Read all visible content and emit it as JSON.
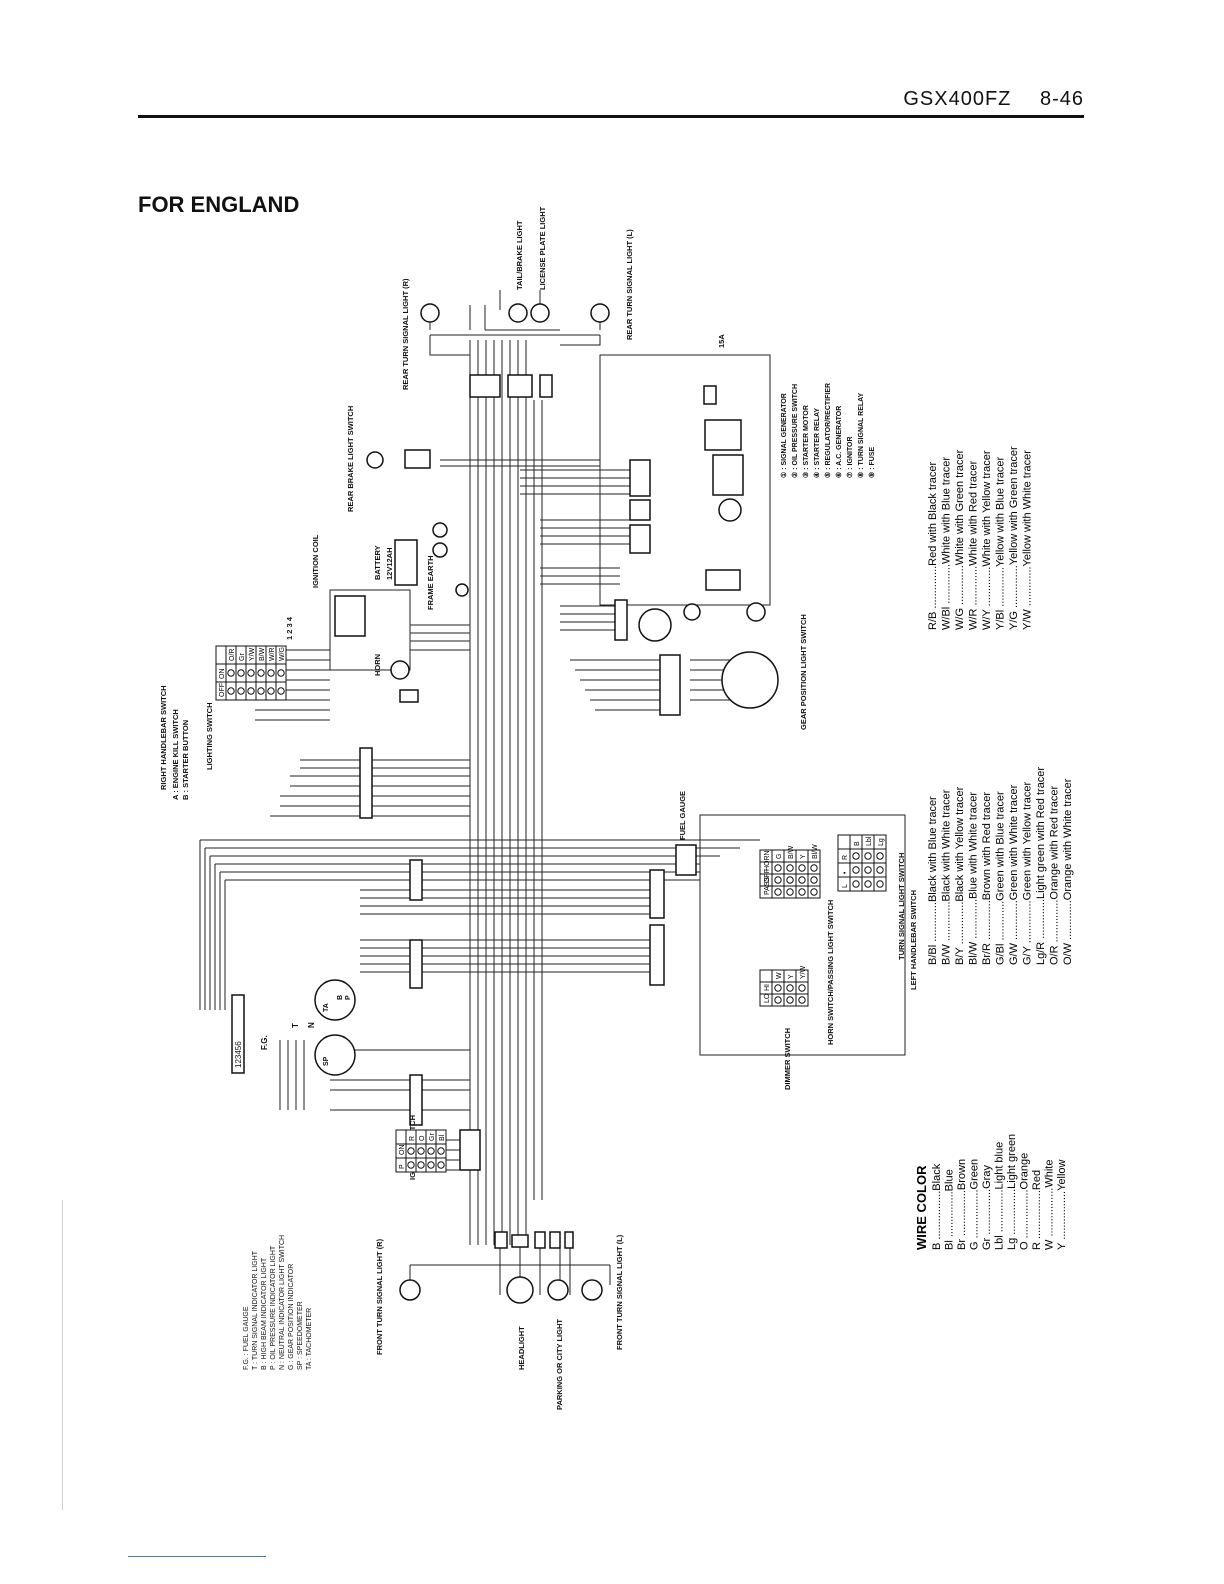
{
  "header": {
    "model": "GSX400FZ",
    "page": "8-46"
  },
  "title": "FOR ENGLAND",
  "labels": {
    "rear_turn_r": "REAR TURN SIGNAL LIGHT (R)",
    "tail_brake": "TAIL/BRAKE LIGHT",
    "license_plate": "LICENSE PLATE LIGHT",
    "rear_turn_l": "REAR TURN SIGNAL LIGHT (L)",
    "rear_brake_switch": "REAR BRAKE LIGHT SWITCH",
    "ignition_coil": "IGNITION COIL",
    "battery": "BATTERY",
    "battery_rating": "12V12AH",
    "frame_earth": "FRAME EARTH",
    "horn": "HORN",
    "right_handlebar": "RIGHT HANDLEBAR SWITCH",
    "engine_kill": "A : ENGINE KILL SWITCH",
    "starter_button": "B : STARTER BUTTON",
    "lighting_switch": "LIGHTING SWITCH",
    "gear_position_switch": "GEAR POSITION LIGHT SWITCH",
    "fuel_gauge": "FUEL GAUGE",
    "turn_signal_switch": "TURN SIGNAL LIGHT SWITCH",
    "left_handlebar": "LEFT HANDLEBAR SWITCH",
    "horn_passing": "HORN SWITCH/PASSING LIGHT SWITCH",
    "dimmer_switch": "DIMMER SWITCH",
    "ignition_switch": "IGNITION SWITCH",
    "front_turn_r": "FRONT TURN SIGNAL LIGHT (R)",
    "headlight": "HEADLIGHT",
    "parking_city": "PARKING OR CITY LIGHT",
    "front_turn_l": "FRONT TURN SIGNAL LIGHT (L)",
    "fuse_rating": "15A"
  },
  "components": [
    "① : SIGNAL GENERATOR",
    "② : OIL PRESSURE SWITCH",
    "③ : STARTER MOTOR",
    "④ : STARTER RELAY",
    "⑤ : REGULATOR/RECTIFIER",
    "⑥ : A.C. GENERATOR",
    "⑦ : IGNITOR",
    "⑧ : TURN SIGNAL RELAY",
    "⑨ : FUSE"
  ],
  "meter_legend": [
    "F.G. : FUEL GAUGE",
    "T : TURN SIGNAL INDICATOR LIGHT",
    "B : HIGH BEAM INDICATOR LIGHT",
    "P : OIL PRESSURE INDICATOR LIGHT",
    "N : NEUTRAL INDICATOR LIGHT SWITCH",
    "G : GEAR POSITION INDICATOR",
    "SP : SPEEDOMETER",
    "TA : TACHOMETER"
  ],
  "wire_color_title": "WIRE COLOR",
  "wire_colors_basic": [
    "B ................Black",
    "Bl ...............Blue",
    "Br ...............Brown",
    "G ................Green",
    "Gr ...............Gray",
    "Lbl ..............Light blue",
    "Lg ...............Light green",
    "O ................Orange",
    "R ................Red",
    "W ................White",
    "Y ................Yellow"
  ],
  "wire_colors_tracer_1": [
    "B/Bl .............Black with Blue tracer",
    "B/W .............Black with White tracer",
    "B/Y ..............Black with Yellow tracer",
    "Bl/W .............Blue with White tracer",
    "Br/R .............Brown with Red tracer",
    "G/Bl .............Green with Blue tracer",
    "G/W .............Green with White tracer",
    "G/Y ..............Green with Yellow tracer",
    "Lg/R .............Light green with Red tracer",
    "O/R ..............Orange with Red tracer",
    "O/W .............Orange with White tracer"
  ],
  "wire_colors_tracer_2": [
    "R/B ..............Red with Black tracer",
    "W/Bl .............White with Blue tracer",
    "W/G .............White with Green tracer",
    "W/R .............White with Red tracer",
    "W/Y .............White with Yellow tracer",
    "Y/Bl .............Yellow with Blue tracer",
    "Y/G ..............Yellow with Green tracer",
    "Y/W .............Yellow with White tracer"
  ],
  "lighting_switch_cols": [
    "O/R",
    "Gr",
    "Y/W",
    "B/W",
    "W/R",
    "W/G"
  ],
  "lighting_switch_rows": [
    "ON",
    "OFF"
  ],
  "ignition_switch_cols": [
    "R",
    "O",
    "Gr",
    "Bl"
  ],
  "ignition_switch_rows": [
    "ON",
    "P"
  ],
  "horn_switch_cols": [
    "G",
    "B/W",
    "Y",
    "Bl/W"
  ],
  "horn_switch_rows": [
    "HORN",
    "OFF",
    "PASS"
  ],
  "dimmer_cols": [
    "W",
    "Y",
    "Y/W"
  ],
  "dimmer_rows": [
    "HI",
    "LO"
  ],
  "turn_switch_cols": [
    "B",
    "Lbl",
    "Lg"
  ],
  "turn_switch_rows": [
    "R",
    "•",
    "L"
  ],
  "fuel_gauge_pins": "123456",
  "ignition_coil_pins": "1 2 3 4",
  "meter_letters": {
    "fg": "F.G.",
    "t": "T",
    "n": "N",
    "ta": "TA",
    "sp": "SP",
    "b": "B",
    "p": "P"
  }
}
